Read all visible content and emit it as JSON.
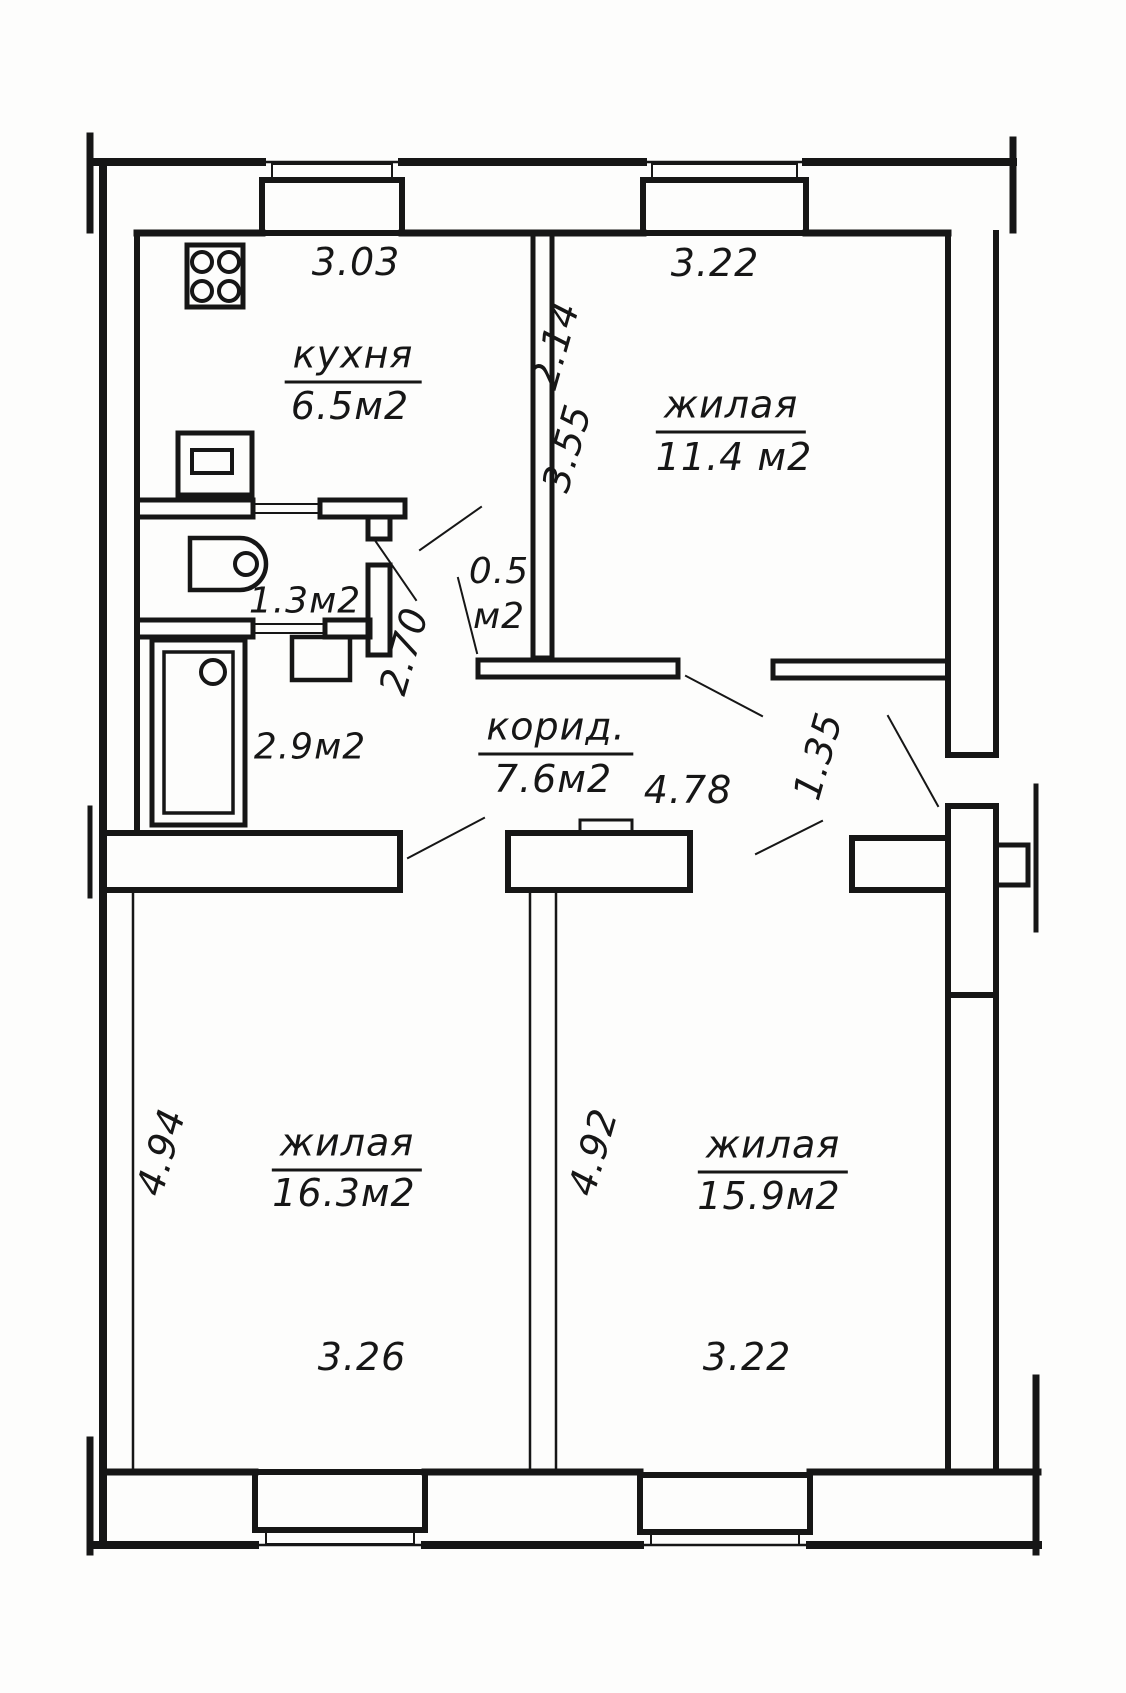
{
  "plan": {
    "type": "apartment-floor-plan",
    "ink_color": "#161616",
    "paper_color": "#fdfdfc",
    "rooms": {
      "kitchen": {
        "name": "кухня",
        "area": "6.5м2"
      },
      "living1": {
        "name": "жилая",
        "area": "11.4 м2"
      },
      "wc": {
        "area": "1.3м2"
      },
      "closet": {
        "area_line1": "0.5",
        "area_line2": "м2"
      },
      "bath": {
        "area": "2.9м2"
      },
      "corridor": {
        "name": "корид.",
        "area": "7.6м2"
      },
      "living2": {
        "name": "жилая",
        "area": "16.3м2"
      },
      "living3": {
        "name": "жилая",
        "area": "15.9м2"
      }
    },
    "dimensions": {
      "top_kitchen_width": "3.03",
      "top_living_width": "3.22",
      "kitchen_depth": "2.14",
      "living1_depth": "3.55",
      "wc_depth": "2.70",
      "corridor_length": "4.78",
      "opening_width": "1.35",
      "left_room_depth": "4.94",
      "mid_room_depth": "4.92",
      "bottom_left_width": "3.26",
      "bottom_right_width": "3.22"
    },
    "fixtures": [
      "stove-icon",
      "sink-icon",
      "toilet-icon",
      "washbasin-icon",
      "bathtub-icon"
    ]
  }
}
